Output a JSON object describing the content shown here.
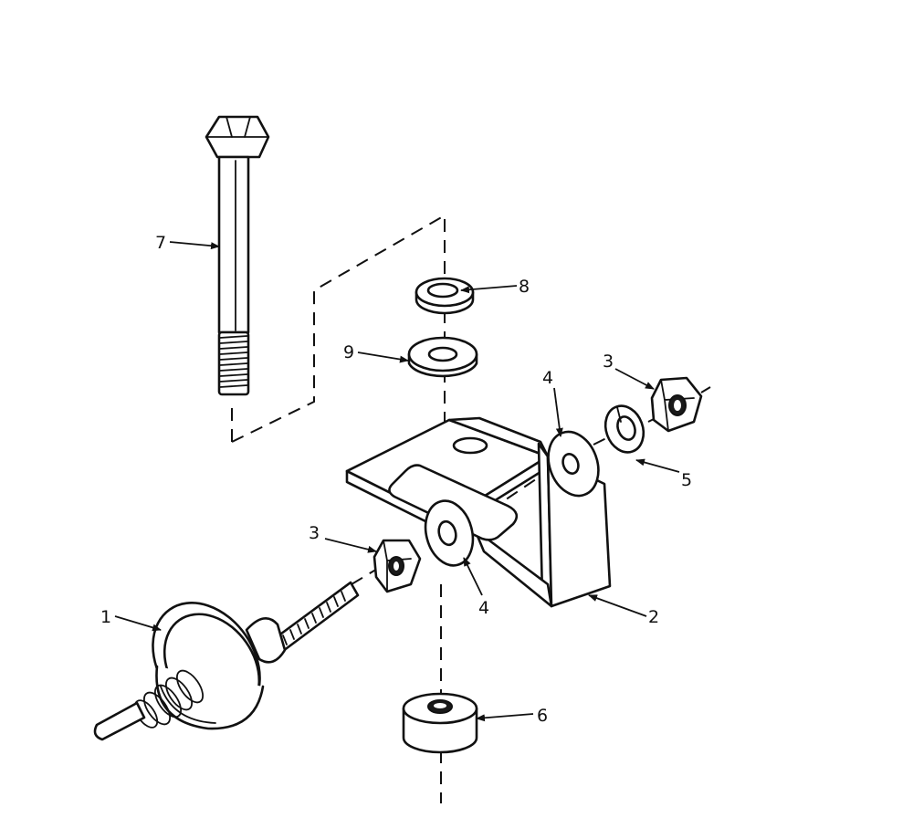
{
  "diagram": {
    "callouts": [
      {
        "id": "1",
        "label": "1"
      },
      {
        "id": "2",
        "label": "2"
      },
      {
        "id": "3a",
        "label": "3"
      },
      {
        "id": "3b",
        "label": "3"
      },
      {
        "id": "4a",
        "label": "4"
      },
      {
        "id": "4b",
        "label": "4"
      },
      {
        "id": "5",
        "label": "5"
      },
      {
        "id": "6",
        "label": "6"
      },
      {
        "id": "7",
        "label": "7"
      },
      {
        "id": "8",
        "label": "8"
      },
      {
        "id": "9",
        "label": "9"
      }
    ]
  }
}
